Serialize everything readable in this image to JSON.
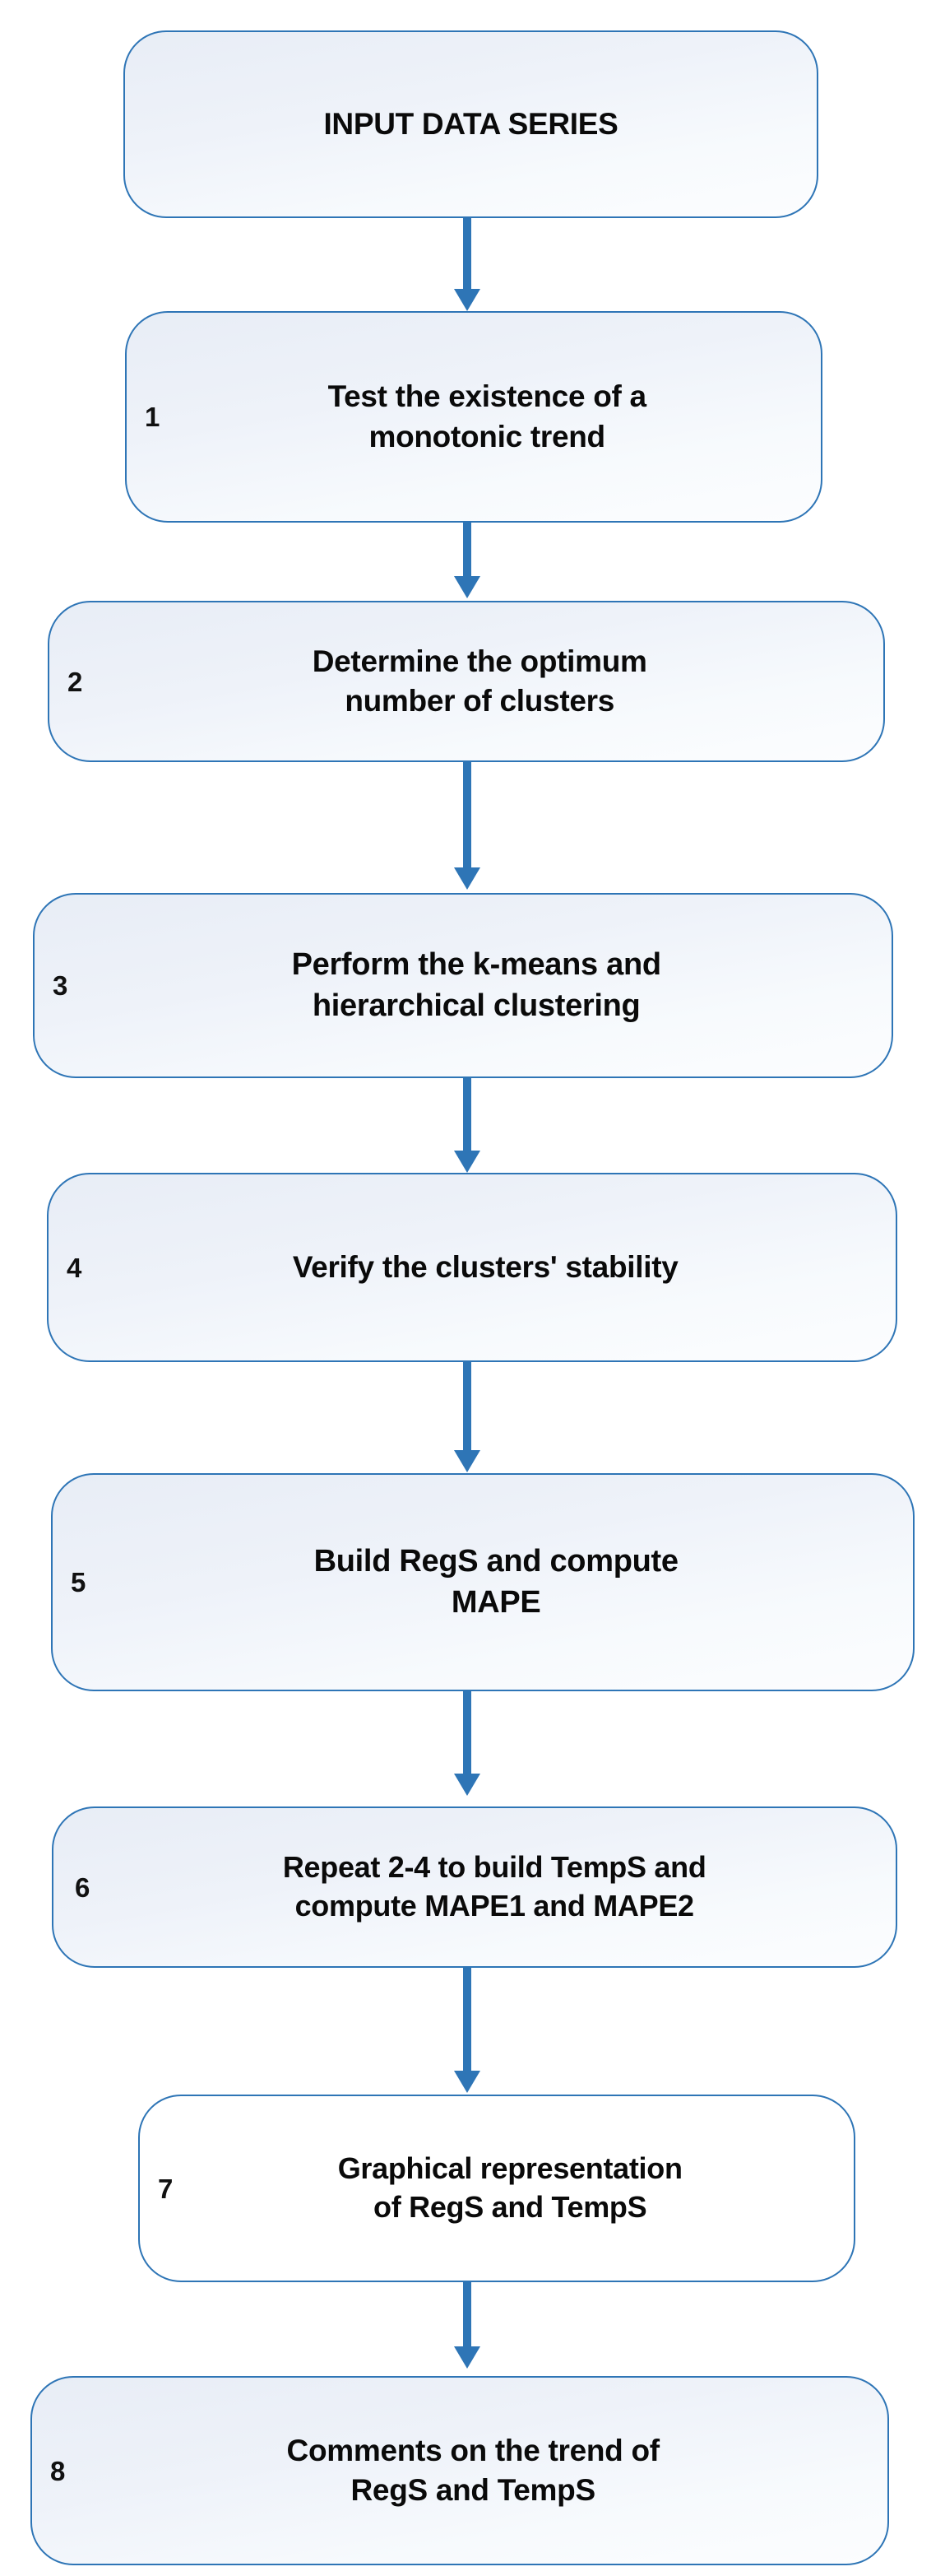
{
  "diagram": {
    "title": "Methodology flowchart",
    "orientation": "top-to-bottom",
    "accent_color": "#2e75b6",
    "text_color": "#0a0a0a",
    "box_fill_gradient_start": "#e8edf6",
    "box_fill_gradient_end": "#fcfdfe",
    "plain_box_fill": "#ffffff",
    "background": "#ffffff"
  },
  "nodes": [
    {
      "id": "input",
      "number": "",
      "label": "INPUT DATA SERIES",
      "style": "gradient",
      "font_size": 37
    },
    {
      "id": "step1",
      "number": "1",
      "label": "Test the existence of a\nmonotonic trend",
      "style": "gradient",
      "font_size": 37
    },
    {
      "id": "step2",
      "number": "2",
      "label": "Determine the optimum\nnumber of clusters",
      "style": "gradient",
      "font_size": 37
    },
    {
      "id": "step3",
      "number": "3",
      "label": "Perform the k-means and\nhierarchical clustering",
      "style": "gradient",
      "font_size": 38
    },
    {
      "id": "step4",
      "number": "4",
      "label": "Verify the clusters' stability",
      "style": "gradient",
      "font_size": 37
    },
    {
      "id": "step5",
      "number": "5",
      "label": "Build RegS and compute\nMAPE",
      "style": "gradient",
      "font_size": 38
    },
    {
      "id": "step6",
      "number": "6",
      "label": "Repeat 2-4 to build TempS and\ncompute MAPE1 and MAPE2",
      "style": "gradient",
      "font_size": 36
    },
    {
      "id": "step7",
      "number": "7",
      "label": "Graphical representation\nof RegS and TempS",
      "style": "plain",
      "font_size": 36
    },
    {
      "id": "step8",
      "number": "8",
      "label": "Comments on the trend of\nRegS and TempS",
      "style": "gradient",
      "font_size": 37
    }
  ],
  "connectors": [
    {
      "id": "arrow-input-to-step1",
      "from": "input",
      "to": "step1"
    },
    {
      "id": "arrow-step1-to-step2",
      "from": "step1",
      "to": "step2"
    },
    {
      "id": "arrow-step2-to-step3",
      "from": "step2",
      "to": "step3"
    },
    {
      "id": "arrow-step3-to-step4",
      "from": "step3",
      "to": "step4"
    },
    {
      "id": "arrow-step4-to-step5",
      "from": "step4",
      "to": "step5"
    },
    {
      "id": "arrow-step5-to-step6",
      "from": "step5",
      "to": "step6"
    },
    {
      "id": "arrow-step6-to-step7",
      "from": "step6",
      "to": "step7"
    },
    {
      "id": "arrow-step7-to-step8",
      "from": "step7",
      "to": "step8"
    }
  ]
}
